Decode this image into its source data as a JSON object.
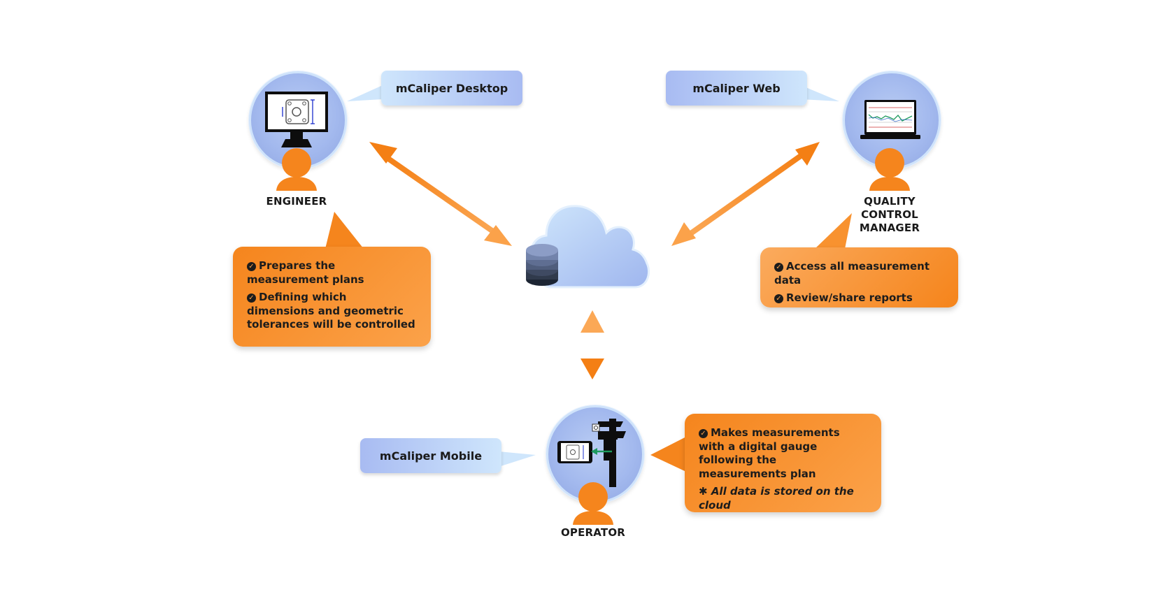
{
  "roles": {
    "engineer": {
      "label": "ENGINEER",
      "app": "mCaliper Desktop",
      "notes": [
        "Prepares the measurement plans",
        "Defining which dimensions and geometric tolerances will be controlled"
      ]
    },
    "qc_manager": {
      "label_lines": [
        "QUALITY",
        "CONTROL",
        "MANAGER"
      ],
      "app": "mCaliper Web",
      "notes": [
        "Access all measurement data",
        "Review/share reports"
      ]
    },
    "operator": {
      "label": "OPERATOR",
      "app": "mCaliper Mobile",
      "notes": [
        "Makes measurements with a digital gauge following the measurements plan"
      ],
      "footnote_symbol": "✱",
      "footnote": "All data is stored on the cloud"
    }
  },
  "icons": [
    "cloud-icon",
    "database-icon",
    "monitor-icon",
    "laptop-icon",
    "phone-icon",
    "caliper-icon",
    "person-icon",
    "check-icon"
  ],
  "colors": {
    "orange": "#f5851d",
    "orange_light": "#fba24a",
    "blue": "#a3b9ee",
    "blue_light": "#cfe6fc",
    "arrow": "#f7922d"
  }
}
